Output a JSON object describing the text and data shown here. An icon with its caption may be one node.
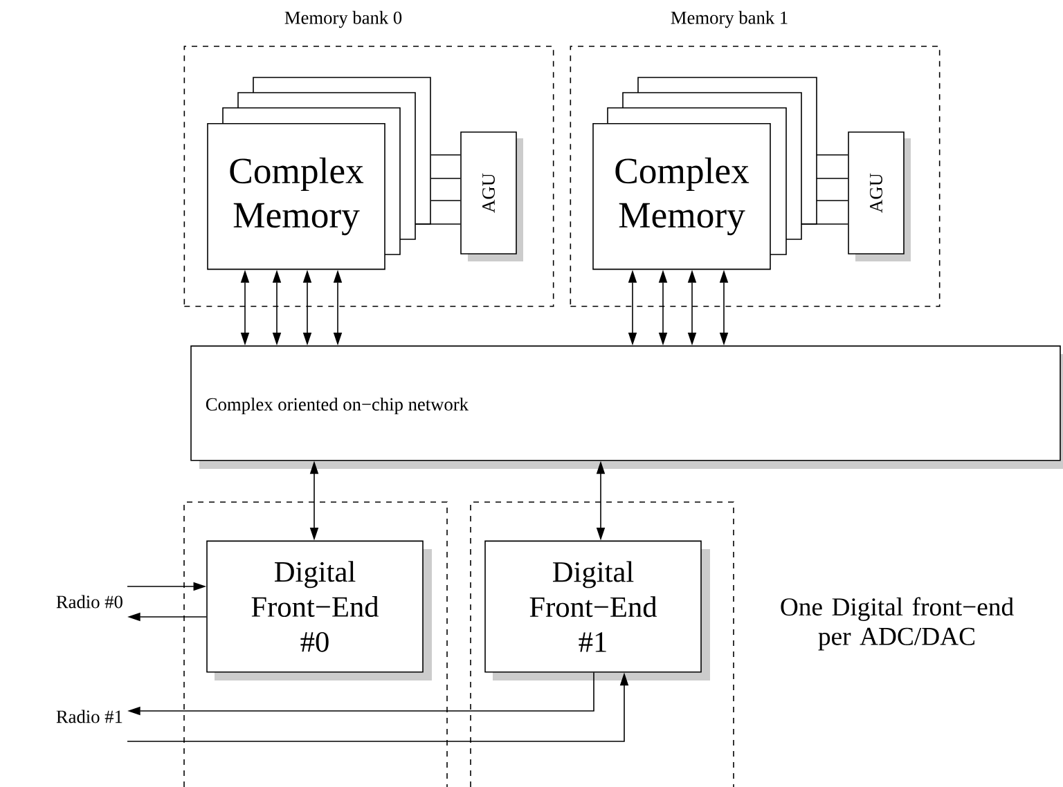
{
  "diagram": {
    "nodes": [
      {
        "text": [
          "Memory bank 0"
        ]
      },
      {
        "text": [
          "Complex Memory"
        ],
        "in": 0
      },
      {
        "text": [
          "AGU"
        ],
        "in": 0
      },
      {
        "text": [
          "Memory bank 1"
        ]
      },
      {
        "text": [
          "Complex Memory"
        ],
        "in": 3
      },
      {
        "text": [
          "AGU"
        ],
        "in": 3
      },
      {
        "text": [
          "Complex oriented on−chip network"
        ]
      },
      {
        "text": [],
        "shape": "box"
      },
      {
        "text": [
          "Digital Front−End #0"
        ],
        "in": 7
      },
      {
        "text": [],
        "shape": "box"
      },
      {
        "text": [
          "Digital Front−End #1"
        ],
        "in": 9
      },
      {
        "text": [
          "Radio #0"
        ]
      },
      {
        "text": [
          "Radio #1"
        ]
      }
    ],
    "edges": [
      {
        "from": 1,
        "to": 6,
        "arrow": "both"
      },
      {
        "from": 1,
        "to": 6,
        "arrow": "both"
      },
      {
        "from": 1,
        "to": 6,
        "arrow": "both"
      },
      {
        "from": 1,
        "to": 6,
        "arrow": "both"
      },
      {
        "from": 4,
        "to": 6,
        "arrow": "both"
      },
      {
        "from": 4,
        "to": 6,
        "arrow": "both"
      },
      {
        "from": 4,
        "to": 6,
        "arrow": "both"
      },
      {
        "from": 4,
        "to": 6,
        "arrow": "both"
      },
      {
        "from": 1,
        "to": 2,
        "arrow": "none"
      },
      {
        "from": 1,
        "to": 2,
        "arrow": "none"
      },
      {
        "from": 1,
        "to": 2,
        "arrow": "none"
      },
      {
        "from": 1,
        "to": 2,
        "arrow": "none"
      },
      {
        "from": 4,
        "to": 5,
        "arrow": "none"
      },
      {
        "from": 4,
        "to": 5,
        "arrow": "none"
      },
      {
        "from": 4,
        "to": 5,
        "arrow": "none"
      },
      {
        "from": 4,
        "to": 5,
        "arrow": "none"
      },
      {
        "from": 6,
        "to": 8,
        "arrow": "both"
      },
      {
        "from": 6,
        "to": 10,
        "arrow": "both"
      },
      {
        "from": 11,
        "to": 8,
        "arrow": "to"
      },
      {
        "from": 8,
        "to": 11,
        "arrow": "to"
      },
      {
        "from": 10,
        "to": 12,
        "arrow": "to"
      },
      {
        "from": 12,
        "to": 10,
        "arrow": "to"
      }
    ],
    "labels": [
      "One Digital front−end per ADC/DAC"
    ]
  }
}
